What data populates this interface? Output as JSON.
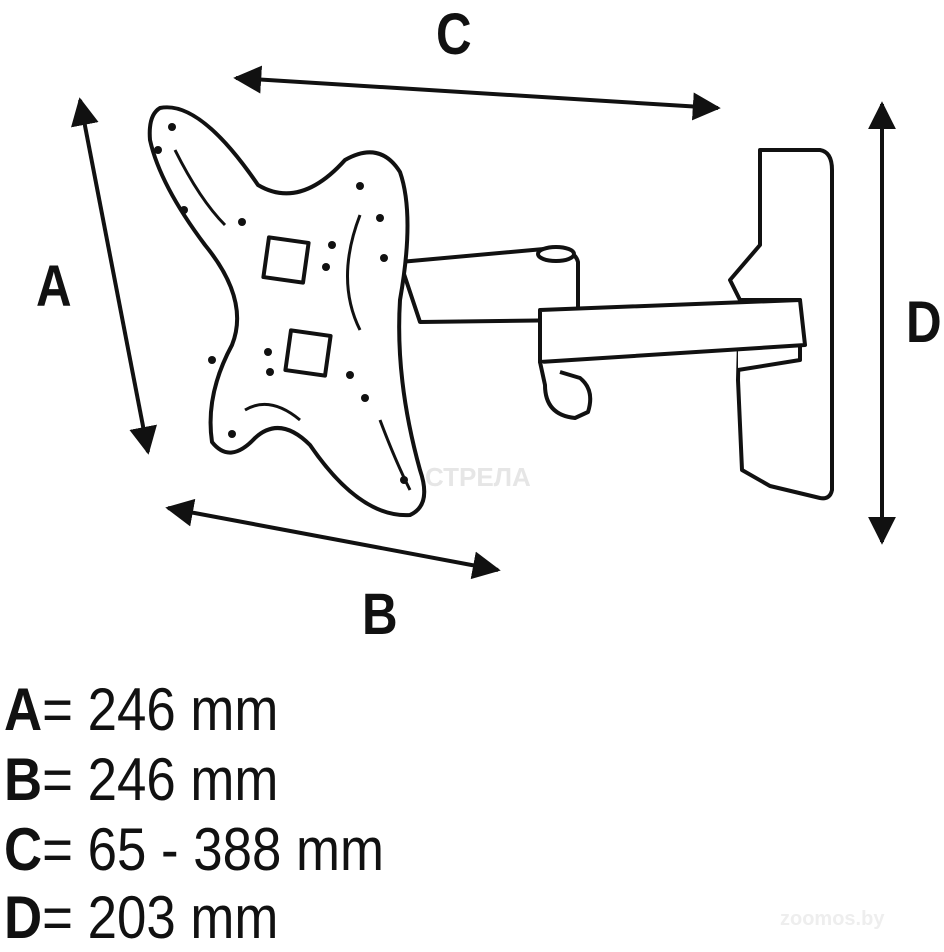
{
  "diagram": {
    "labels": {
      "a": "A",
      "b": "B",
      "c": "C",
      "d": "D"
    },
    "legend": [
      {
        "letter": "A",
        "value": "= 246 mm"
      },
      {
        "letter": "B",
        "value": "= 246 mm"
      },
      {
        "letter": "C",
        "value": "= 65 - 388 mm"
      },
      {
        "letter": "D",
        "value": "= 203 mm"
      }
    ],
    "watermarks": {
      "center": "СТРЕЛА",
      "corner": "zoomos.by"
    }
  }
}
